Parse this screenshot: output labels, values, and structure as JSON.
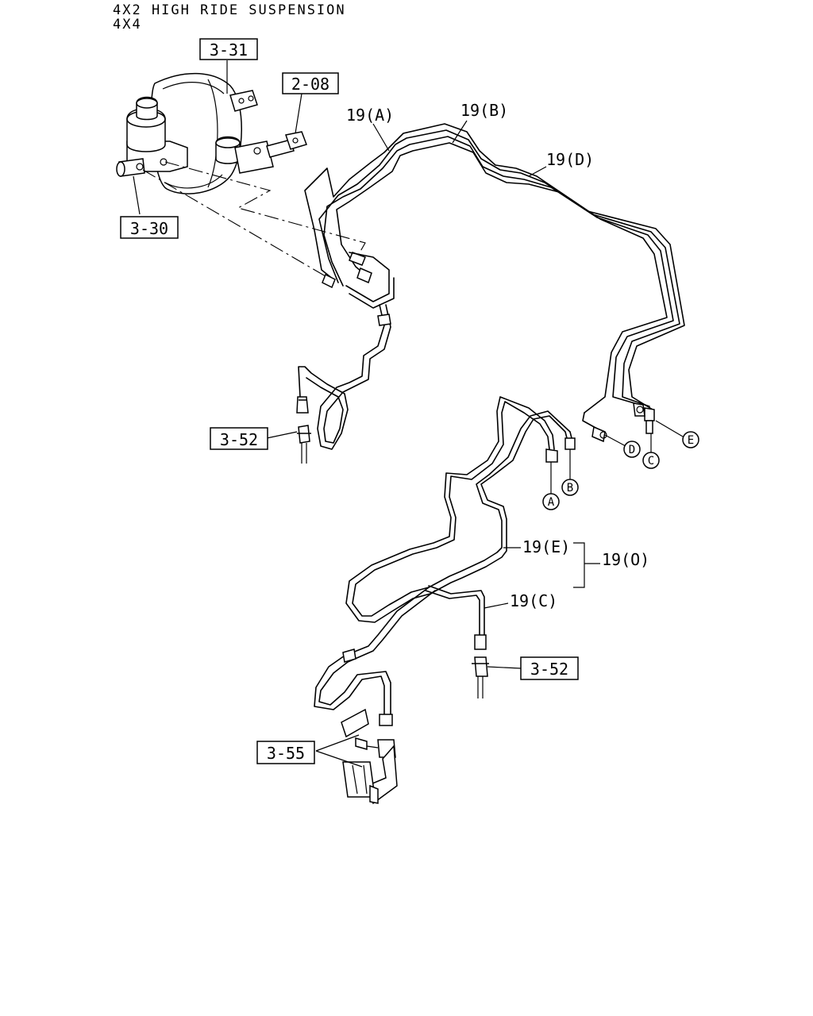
{
  "header": {
    "line1": "4X2 HIGH RIDE SUSPENSION",
    "line2": "4X4"
  },
  "callouts": {
    "ref_3_31": "3-31",
    "ref_2_08": "2-08",
    "ref_3_30": "3-30",
    "ref_3_52_left": "3-52",
    "ref_3_52_right": "3-52",
    "ref_3_55": "3-55"
  },
  "labels": {
    "pipe_19a": "19(A)",
    "pipe_19b": "19(B)",
    "pipe_19d": "19(D)",
    "pipe_19e": "19(E)",
    "pipe_19c": "19(C)",
    "pipe_19o": "19(O)"
  },
  "connectors": {
    "a": "A",
    "b": "B",
    "c": "C",
    "d": "D",
    "e": "E"
  }
}
